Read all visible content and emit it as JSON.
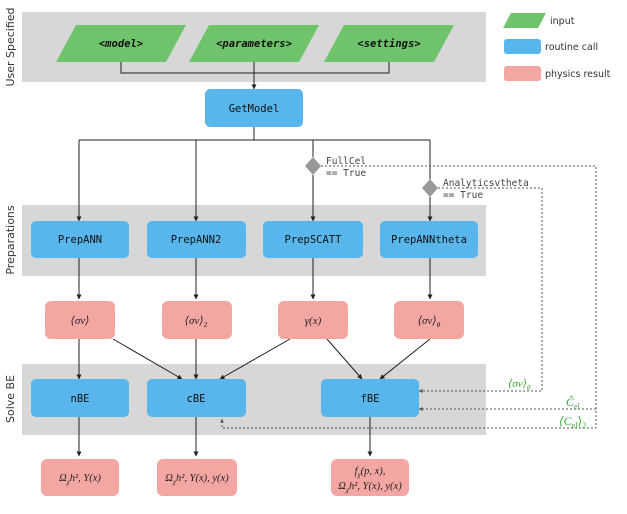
{
  "colors": {
    "band": "#d7d7d7",
    "input": "#6fc36a",
    "routine": "#58b6ec",
    "physics": "#f4a7a2",
    "decision": "#999999",
    "green_text": "#3aa635",
    "line": "#222222",
    "dotted": "#555555"
  },
  "bands": {
    "user_specified": "User Specified",
    "preparations": "Preparations",
    "solve_be": "Solve BE"
  },
  "inputs": {
    "model": "<model>",
    "parameters": "<parameters>",
    "settings": "<settings>"
  },
  "routines": {
    "getmodel": "GetModel",
    "prepann": "PrepANN",
    "prepann2": "PrepANN2",
    "prepscatt": "PrepSCATT",
    "prepannthetha": "PrepANNtheta",
    "nbe": "nBE",
    "cbe": "cBE",
    "fbe": "fBE"
  },
  "decisions": {
    "fullcel_1": "FullCel",
    "fullcel_2": "== True",
    "analytics_1": "Analyticsvtheta",
    "analytics_2": "== True"
  },
  "physics": {
    "sigma_v": "⟨σv⟩",
    "sigma_v_2": "⟨σv⟩",
    "sigma_v_2_sub": "2",
    "gamma_x": "γ(x)",
    "sigma_v_theta": "⟨σv⟩",
    "sigma_v_theta_sub": "θ",
    "nbe_out": "Ω",
    "nbe_out_rest": "h², Y(x)",
    "cbe_out": "Ω",
    "cbe_out_rest": "h², Y(x), y(x)",
    "fbe_out_line1_a": "f",
    "fbe_out_line1_b": "(p, x),",
    "fbe_out_line2_a": "Ω",
    "fbe_out_line2_b": "h², Y(x), y(x)",
    "sub_chi": "χ"
  },
  "side_labels": {
    "sigma_v_theta": "⟨σv⟩",
    "sigma_v_theta_sub": "θ",
    "c_el_hat": "Ĉ",
    "c_el_hat_sub": "el",
    "c_el_2": "⟨C",
    "c_el_2_sub": "el",
    "c_el_2_close": "⟩",
    "c_el_2_sub2": "2"
  },
  "legend": {
    "input": "input",
    "routine_call": "routine call",
    "physics_result": "physics result"
  }
}
